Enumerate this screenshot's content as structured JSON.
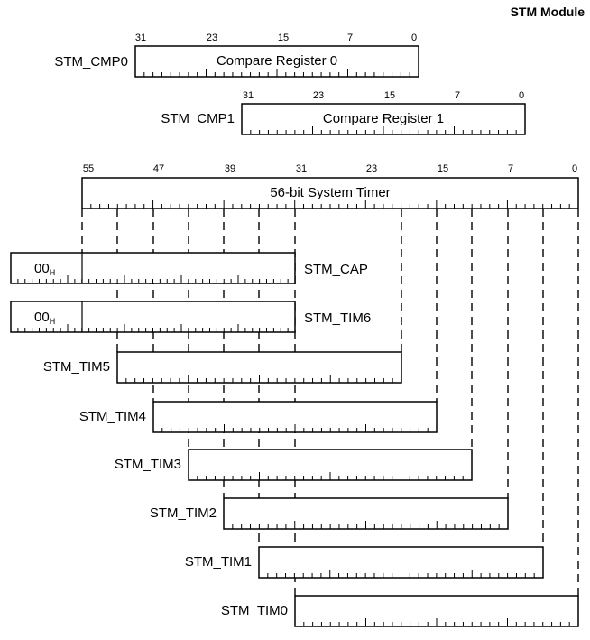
{
  "title": "STM Module",
  "compare_registers": [
    {
      "name": "STM_CMP0",
      "text": "Compare Register 0",
      "bit_labels": [
        "31",
        "23",
        "15",
        "7",
        "0"
      ]
    },
    {
      "name": "STM_CMP1",
      "text": "Compare Register 1",
      "bit_labels": [
        "31",
        "23",
        "15",
        "7",
        "0"
      ]
    }
  ],
  "system_timer": {
    "text": "56-bit System Timer",
    "bit_labels": [
      "55",
      "47",
      "39",
      "31",
      "23",
      "15",
      "7",
      "0"
    ]
  },
  "capture_registers": [
    {
      "name": "STM_CAP",
      "prefix": "00",
      "prefix_sub": "H"
    },
    {
      "name": "STM_TIM6",
      "prefix": "00",
      "prefix_sub": "H"
    }
  ],
  "timer_registers": [
    {
      "name": "STM_TIM5"
    },
    {
      "name": "STM_TIM4"
    },
    {
      "name": "STM_TIM3"
    },
    {
      "name": "STM_TIM2"
    },
    {
      "name": "STM_TIM1"
    },
    {
      "name": "STM_TIM0"
    }
  ]
}
